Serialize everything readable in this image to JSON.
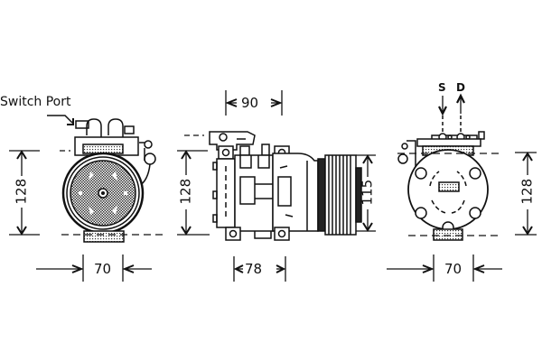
{
  "labels": {
    "switch_port": "Switch Port",
    "suction": "S",
    "discharge": "D"
  },
  "views": [
    {
      "name": "front-view",
      "height_dim": "128",
      "width_dim": "70"
    },
    {
      "name": "side-view",
      "top_dim": "90",
      "height_dim": "128",
      "pulley_dim": "115",
      "bottom_dim": "78"
    },
    {
      "name": "rear-view",
      "height_dim": "128",
      "width_dim": "70"
    }
  ],
  "colors": {
    "line": "#111111",
    "hatch": "#444444",
    "background": "#ffffff",
    "watermark": "#e6e6e6"
  }
}
